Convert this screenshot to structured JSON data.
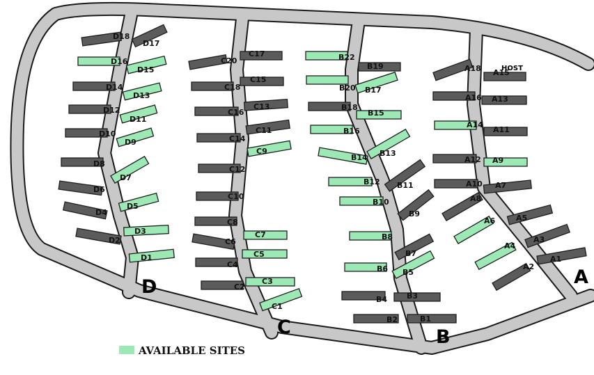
{
  "colors": {
    "available": "#9de9b6",
    "taken": "#5b5b5b",
    "road": "#c8c8c8"
  },
  "legend": {
    "label": "AVAILABLE SITES"
  },
  "host_label": "HOST",
  "roads": [
    {
      "name": "D"
    },
    {
      "name": "C"
    },
    {
      "name": "B"
    },
    {
      "name": "A"
    }
  ],
  "sites": [
    {
      "id": "D18",
      "available": false
    },
    {
      "id": "D17",
      "available": false
    },
    {
      "id": "D16",
      "available": true
    },
    {
      "id": "D15",
      "available": true
    },
    {
      "id": "D14",
      "available": false
    },
    {
      "id": "D13",
      "available": true
    },
    {
      "id": "D12",
      "available": false
    },
    {
      "id": "D11",
      "available": true
    },
    {
      "id": "D10",
      "available": false
    },
    {
      "id": "D9",
      "available": true
    },
    {
      "id": "D8",
      "available": false
    },
    {
      "id": "D7",
      "available": true
    },
    {
      "id": "D6",
      "available": false
    },
    {
      "id": "D5",
      "available": true
    },
    {
      "id": "D4",
      "available": false
    },
    {
      "id": "D3",
      "available": true
    },
    {
      "id": "D2",
      "available": false
    },
    {
      "id": "D1",
      "available": true
    },
    {
      "id": "C20",
      "available": false
    },
    {
      "id": "C17",
      "available": false
    },
    {
      "id": "C18",
      "available": false
    },
    {
      "id": "C15",
      "available": false
    },
    {
      "id": "C16",
      "available": false
    },
    {
      "id": "C13",
      "available": false
    },
    {
      "id": "C14",
      "available": false
    },
    {
      "id": "C11",
      "available": false
    },
    {
      "id": "C9",
      "available": true
    },
    {
      "id": "C12",
      "available": false
    },
    {
      "id": "C10",
      "available": false
    },
    {
      "id": "C8",
      "available": false
    },
    {
      "id": "C7",
      "available": true
    },
    {
      "id": "C6",
      "available": false
    },
    {
      "id": "C5",
      "available": true
    },
    {
      "id": "C4",
      "available": false
    },
    {
      "id": "C3",
      "available": true
    },
    {
      "id": "C2",
      "available": false
    },
    {
      "id": "C1",
      "available": true
    },
    {
      "id": "B22",
      "available": true
    },
    {
      "id": "B19",
      "available": false
    },
    {
      "id": "B20",
      "available": true
    },
    {
      "id": "B17",
      "available": true
    },
    {
      "id": "B18",
      "available": false
    },
    {
      "id": "B15",
      "available": true
    },
    {
      "id": "B16",
      "available": true
    },
    {
      "id": "B14",
      "available": true
    },
    {
      "id": "B13",
      "available": true
    },
    {
      "id": "B12",
      "available": true
    },
    {
      "id": "B11",
      "available": false
    },
    {
      "id": "B10",
      "available": true
    },
    {
      "id": "B9",
      "available": false
    },
    {
      "id": "B8",
      "available": true
    },
    {
      "id": "B7",
      "available": false
    },
    {
      "id": "B6",
      "available": true
    },
    {
      "id": "B5",
      "available": true
    },
    {
      "id": "B4",
      "available": false
    },
    {
      "id": "B3",
      "available": false
    },
    {
      "id": "B2",
      "available": false
    },
    {
      "id": "B1",
      "available": false
    },
    {
      "id": "A18",
      "available": false
    },
    {
      "id": "A15",
      "available": false
    },
    {
      "id": "A16",
      "available": false
    },
    {
      "id": "A13",
      "available": false
    },
    {
      "id": "A14",
      "available": true
    },
    {
      "id": "A11",
      "available": false
    },
    {
      "id": "A12",
      "available": false
    },
    {
      "id": "A9",
      "available": true
    },
    {
      "id": "A10",
      "available": false
    },
    {
      "id": "A7",
      "available": false
    },
    {
      "id": "A8",
      "available": false
    },
    {
      "id": "A5",
      "available": false
    },
    {
      "id": "A6",
      "available": true
    },
    {
      "id": "A3",
      "available": false
    },
    {
      "id": "A4",
      "available": true
    },
    {
      "id": "A1",
      "available": false
    },
    {
      "id": "A2",
      "available": false
    }
  ]
}
